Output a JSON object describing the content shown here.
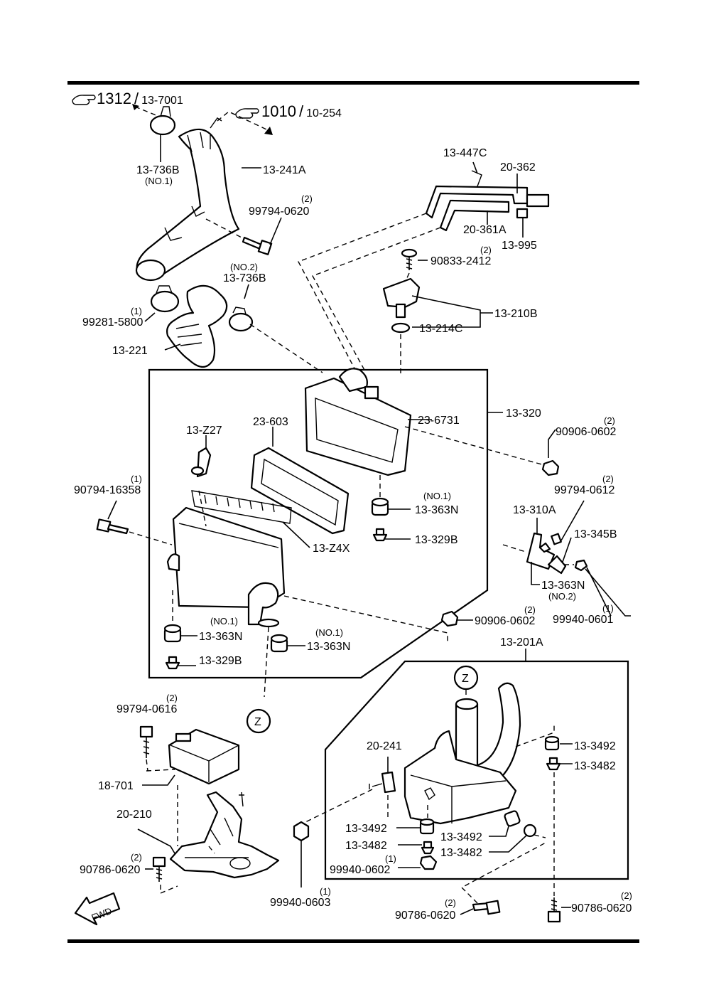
{
  "refs": {
    "ref_top_left": {
      "num": "1312",
      "sep": "/",
      "sub": "13-7001"
    },
    "ref_top_mid": {
      "num": "1010",
      "sep": "/",
      "sub": "10-254"
    }
  },
  "labels": {
    "l_13_736b_1": "13-736B",
    "l_no1_a": "(NO.1)",
    "l_13_241a": "13-241A",
    "l_q2_a": "(2)",
    "l_99794_0620": "99794-0620",
    "l_no2_a": "(NO.2)",
    "l_13_736b_2": "13-736B",
    "l_q1_a": "(1)",
    "l_99281_5800": "99281-5800",
    "l_13_221": "13-221",
    "l_13_447c": "13-447C",
    "l_20_362": "20-362",
    "l_20_361a": "20-361A",
    "l_13_995": "13-995",
    "l_q2_b": "(2)",
    "l_90833_2412": "90833-2412",
    "l_13_210b": "13-210B",
    "l_13_214c": "13-214C",
    "l_23_603": "23-603",
    "l_23_6731": "23-6731",
    "l_13_320": "13-320",
    "l_q2_c": "(2)",
    "l_90906_0602_a": "90906-0602",
    "l_13_z27": "13-Z27",
    "l_q1_b": "(1)",
    "l_90794_16358": "90794-16358",
    "l_no1_b": "(NO.1)",
    "l_13_363n_a": "13-363N",
    "l_13_329b_a": "13-329B",
    "l_13_z4x": "13-Z4X",
    "l_q2_d": "(2)",
    "l_99794_0612": "99794-0612",
    "l_13_310a": "13-310A",
    "l_13_345b": "13-345B",
    "l_13_363n_b": "13-363N",
    "l_no2_b": "(NO.2)",
    "l_q1_c": "(1)",
    "l_99940_0601": "99940-0601",
    "l_no1_c": "(NO.1)",
    "l_13_363n_c": "13-363N",
    "l_13_329b_b": "13-329B",
    "l_no1_d": "(NO.1)",
    "l_13_363n_d": "13-363N",
    "l_q2_e": "(2)",
    "l_90906_0602_b": "90906-0602",
    "l_13_201a": "13-201A",
    "l_z_1": "Z",
    "l_z_2": "Z",
    "l_q2_f": "(2)",
    "l_99794_0616": "99794-0616",
    "l_18_701": "18-701",
    "l_20_210": "20-210",
    "l_q2_g": "(2)",
    "l_90786_0620_a": "90786-0620",
    "l_20_241": "20-241",
    "l_13_3492_a": "13-3492",
    "l_13_3482_a": "13-3482",
    "l_13_3492_b": "13-3492",
    "l_13_3482_b": "13-3482",
    "l_13_3492_c": "13-3492",
    "l_13_3482_c": "13-3482",
    "l_q1_d": "(1)",
    "l_99940_0602": "99940-0602",
    "l_q1_e": "(1)",
    "l_99940_0603": "99940-0603",
    "l_q2_h": "(2)",
    "l_90786_0620_b": "90786-0620",
    "l_q2_i": "(2)",
    "l_90786_0620_c": "90786-0620",
    "l_fwd": "FWD"
  }
}
